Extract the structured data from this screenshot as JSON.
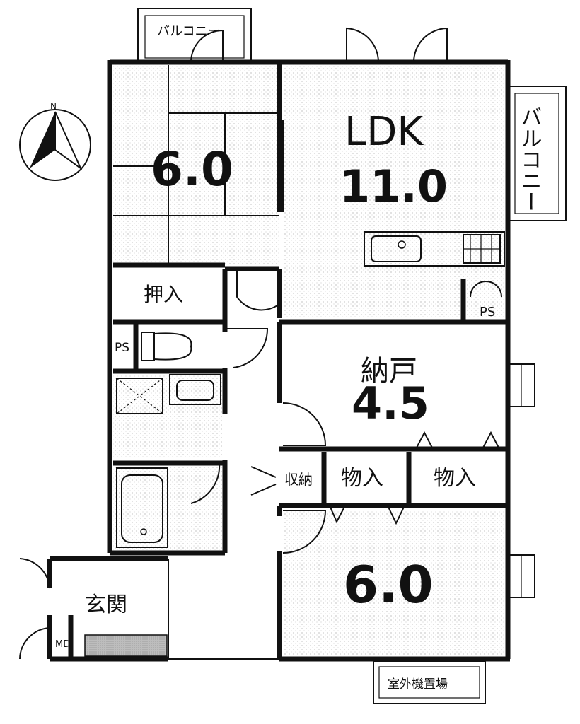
{
  "rooms": {
    "washitsu": {
      "size": "6.0"
    },
    "ldk": {
      "name": "LDK",
      "size": "11.0"
    },
    "nando": {
      "name": "納戸",
      "size": "4.5"
    },
    "bedroom": {
      "size": "6.0"
    }
  },
  "labels": {
    "balcony_top": "バルコニー",
    "balcony_right": "バルコニー",
    "oshiire": "押入",
    "ps_left": "PS",
    "ps_right": "PS",
    "shuno": "収納",
    "monoire_1": "物入",
    "monoire_2": "物入",
    "genkan": "玄関",
    "md": "MD",
    "outdoor_unit": "室外機置場"
  },
  "compass": {
    "north": "N"
  }
}
